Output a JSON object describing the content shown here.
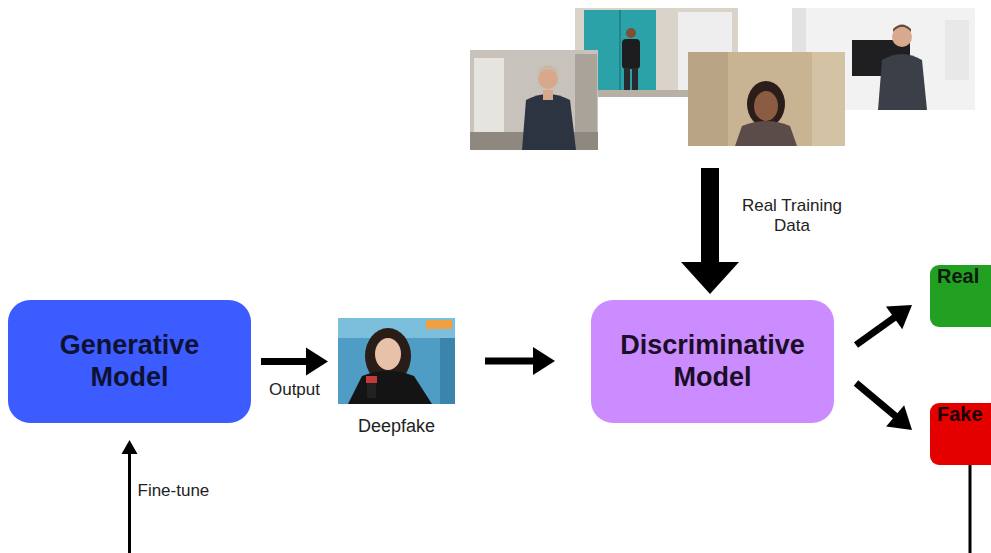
{
  "diagram": {
    "nodes": [
      {
        "text": [
          "Generative Model"
        ]
      },
      {
        "text": [
          "Deepfake"
        ]
      },
      {
        "text": [
          "Discriminative Model"
        ]
      },
      {
        "text": [
          "Real"
        ]
      },
      {
        "text": [
          "Fake"
        ]
      }
    ],
    "edges": [
      {
        "from": 0,
        "to": 1,
        "label": "Output",
        "arrow": "to"
      },
      {
        "from": 1,
        "to": 2,
        "arrow": "to"
      },
      {
        "from": 2,
        "to": 3,
        "arrow": "to"
      },
      {
        "from": 2,
        "to": 4,
        "arrow": "to"
      },
      {
        "from": 4,
        "to": 0,
        "label": "Fine-tune",
        "arrow": "to"
      }
    ],
    "labels": [
      "Real Training Data"
    ]
  }
}
